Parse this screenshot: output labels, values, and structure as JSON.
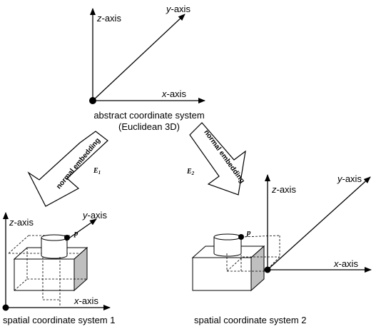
{
  "abstract": {
    "z_axis": {
      "letter": "z",
      "suffix": "-axis"
    },
    "y_axis": {
      "letter": "y",
      "suffix": "-axis"
    },
    "x_axis": {
      "letter": "x",
      "suffix": "-axis"
    },
    "caption_line1": "abstract coordinate system",
    "caption_line2": "(Euclidean 3D)"
  },
  "embeddings": {
    "left": {
      "text": "normal embedding",
      "label": "E",
      "subscript": "1"
    },
    "right": {
      "text": "normal embedding",
      "label": "E",
      "subscript": "2"
    }
  },
  "spatial1": {
    "z_axis": {
      "letter": "z",
      "suffix": "-axis"
    },
    "y_axis": {
      "letter": "y",
      "suffix": "-axis"
    },
    "x_axis": {
      "letter": "x",
      "suffix": "-axis"
    },
    "point": "p",
    "caption": "spatial coordinate system 1"
  },
  "spatial2": {
    "z_axis": {
      "letter": "z",
      "suffix": "-axis"
    },
    "y_axis": {
      "letter": "y",
      "suffix": "-axis"
    },
    "x_axis": {
      "letter": "x",
      "suffix": "-axis"
    },
    "point": "p",
    "caption": "spatial coordinate system 2"
  },
  "colors": {
    "line": "#000000",
    "shade": "#bfbfbf",
    "fill": "#ffffff"
  }
}
